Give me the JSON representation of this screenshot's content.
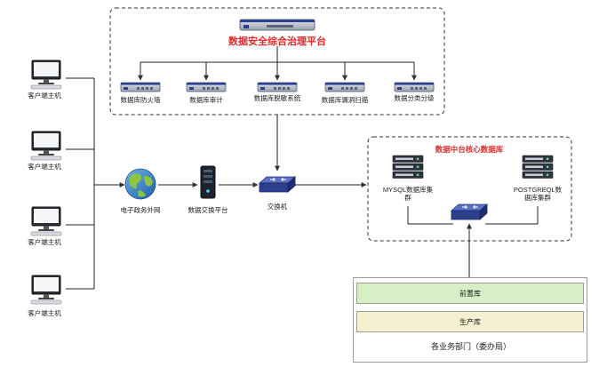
{
  "platform": {
    "title": "数据安全综合治理平台",
    "modules": [
      "数据库防火墙",
      "数据库审计",
      "数据库脱敏系统",
      "数据库漏洞扫描",
      "数据分类分级"
    ]
  },
  "clients": [
    "客户端主机",
    "客户端主机",
    "客户端主机",
    "客户端主机"
  ],
  "network": {
    "egov": "电子政务外网",
    "exchange": "数据交换平台",
    "switch": "交换机"
  },
  "core": {
    "title": "数据中台核心数据库",
    "mysql": [
      "MYSQL数据库集",
      "群"
    ],
    "postgre": [
      "POSTGREQL数",
      "据库集群"
    ]
  },
  "departments": {
    "front": "前置库",
    "production": "生产库",
    "label": "各业务部门（委办局）"
  },
  "colors": {
    "red_title": "#e02a2a",
    "front_fill": "#d6efc4",
    "production_fill": "#f5f0cf",
    "device_blue": "#2c3f8c"
  }
}
